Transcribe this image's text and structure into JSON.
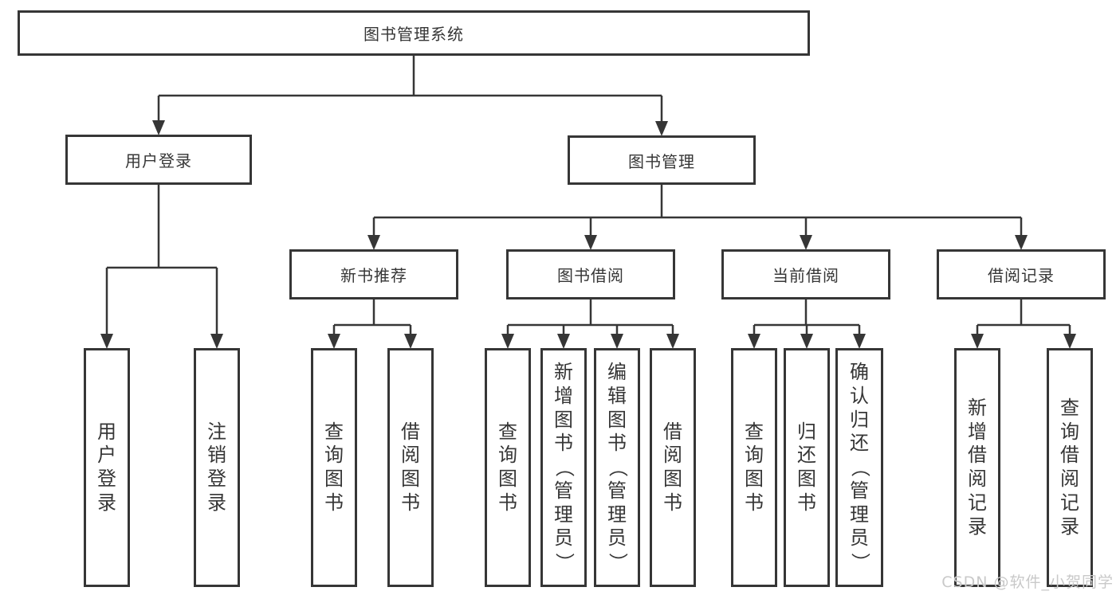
{
  "diagram": {
    "title": "图书管理系统",
    "type": "tree",
    "nodes": {
      "root": "图书管理系统",
      "user_login": "用户登录",
      "book_mgmt": "图书管理",
      "new_book": "新书推荐",
      "book_borrow": "图书借阅",
      "current_borrow": "当前借阅",
      "borrow_record": "借阅记录",
      "leaf_user_login": "用户登录",
      "leaf_logout": "注销登录",
      "leaf_nb_query": "查询图书",
      "leaf_nb_borrow": "借阅图书",
      "leaf_bb_query": "查询图书",
      "leaf_bb_add": "新增图书（管理员）",
      "leaf_bb_edit": "编辑图书（管理员）",
      "leaf_bb_borrow": "借阅图书",
      "leaf_cb_query": "查询图书",
      "leaf_cb_return": "归还图书",
      "leaf_cb_confirm": "确认归还（管理员）",
      "leaf_br_add": "新增借阅记录",
      "leaf_br_query": "查询借阅记录"
    },
    "hierarchy": {
      "图书管理系统": {
        "用户登录": [
          "用户登录",
          "注销登录"
        ],
        "图书管理": {
          "新书推荐": [
            "查询图书",
            "借阅图书"
          ],
          "图书借阅": [
            "查询图书",
            "新增图书（管理员）",
            "编辑图书（管理员）",
            "借阅图书"
          ],
          "当前借阅": [
            "查询图书",
            "归还图书",
            "确认归还（管理员）"
          ],
          "借阅记录": [
            "新增借阅记录",
            "查询借阅记录"
          ]
        }
      }
    },
    "colors": {
      "line": "#363636",
      "box_border": "#363636",
      "text": "#363636",
      "watermark": "#c9c9c9",
      "background": "#ffffff"
    },
    "watermark": "CSDN @软件_小贺同学"
  }
}
